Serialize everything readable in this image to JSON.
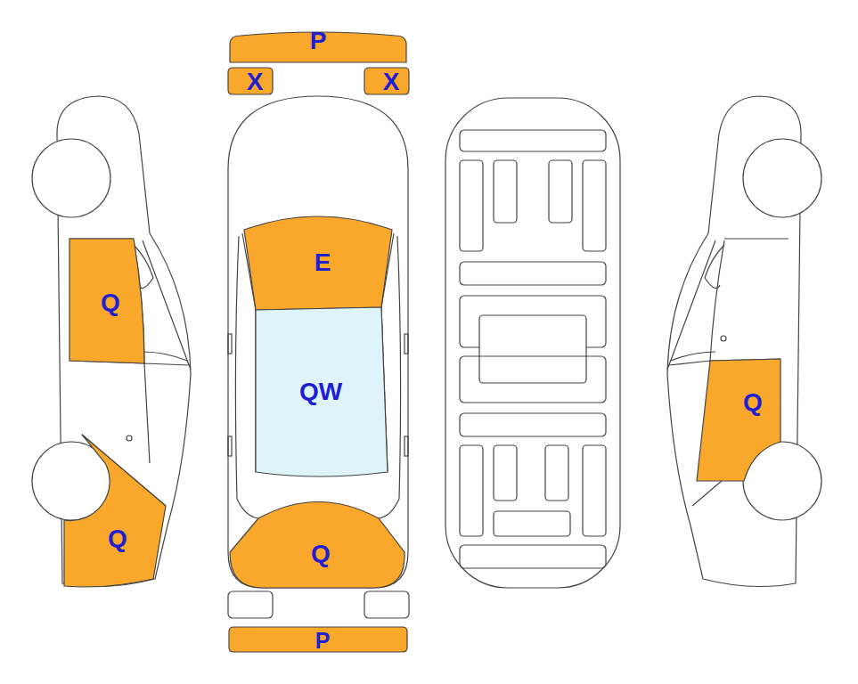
{
  "diagram": {
    "nodes": [
      {
        "text": [
          "P"
        ]
      },
      {
        "text": [
          "X"
        ]
      },
      {
        "text": [
          "X"
        ]
      },
      {
        "text": [
          "E"
        ]
      },
      {
        "text": [
          "Q"
        ]
      },
      {
        "text": [
          "QW"
        ]
      },
      {
        "text": [
          "Q"
        ]
      },
      {
        "text": [
          "Q"
        ]
      },
      {
        "text": [
          "Q"
        ]
      },
      {
        "text": [
          "P"
        ]
      }
    ]
  }
}
